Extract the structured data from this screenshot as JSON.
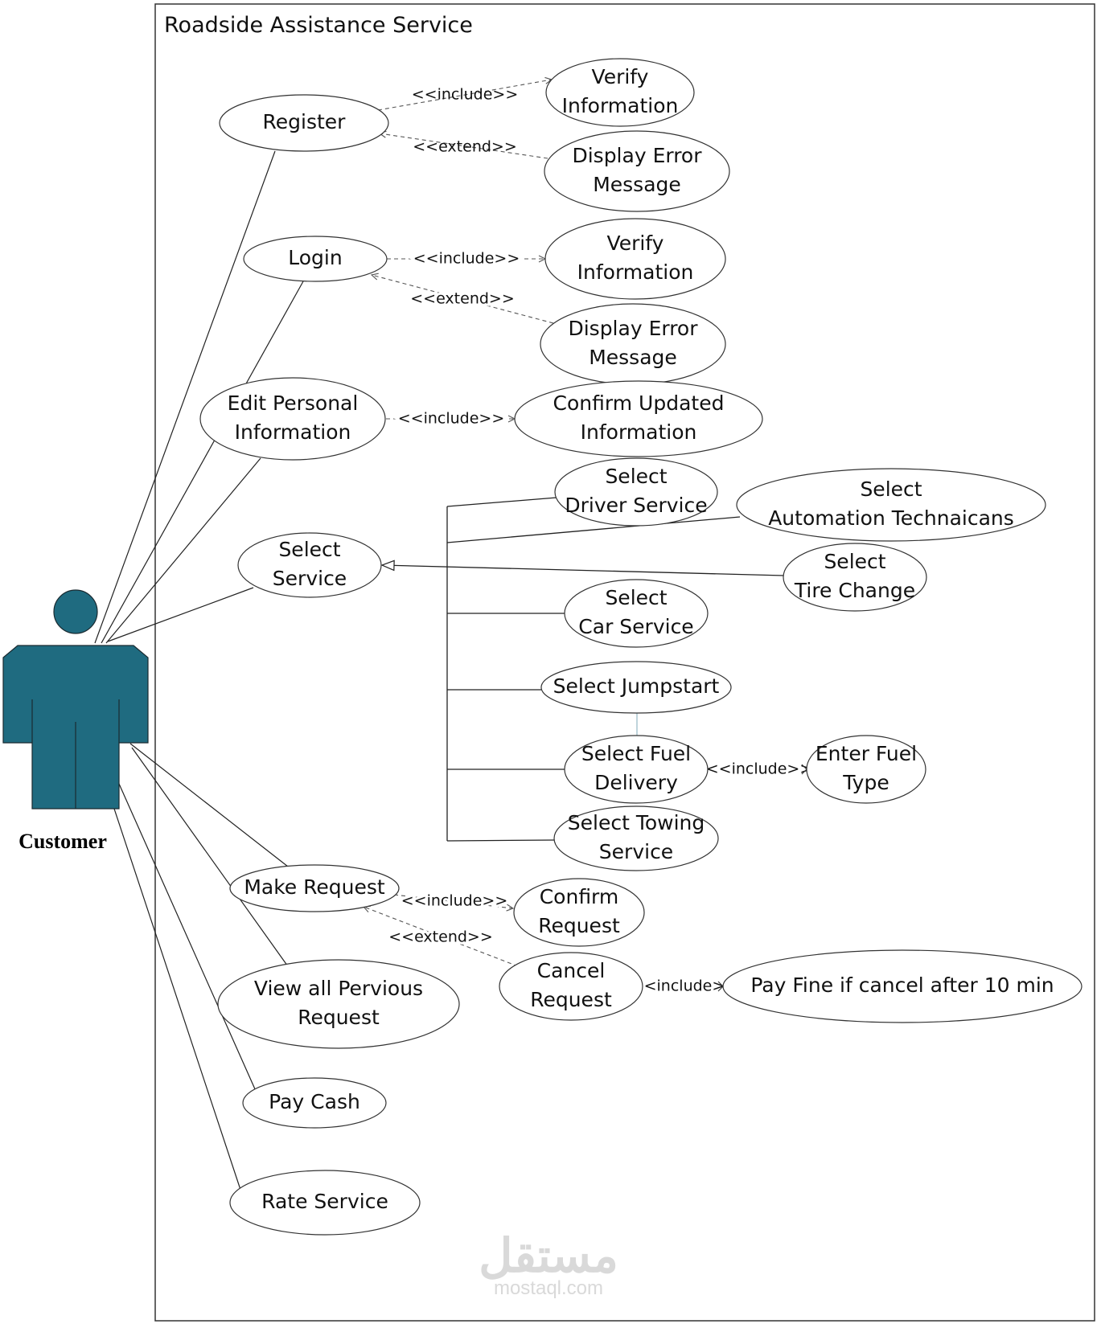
{
  "system": {
    "title": "Roadside Assistance Service"
  },
  "actor": {
    "name": "Customer",
    "color": "#1f6b80"
  },
  "use_cases": {
    "register": [
      "Register"
    ],
    "verify_info_1": [
      "Verify",
      "Information"
    ],
    "display_error_1": [
      "Display Error",
      "Message"
    ],
    "login": [
      "Login"
    ],
    "verify_info_2": [
      "Verify",
      "Information"
    ],
    "display_error_2": [
      "Display Error",
      "Message"
    ],
    "edit_personal": [
      "Edit Personal",
      "Information"
    ],
    "confirm_updated": [
      "Confirm Updated",
      "Information"
    ],
    "select_driver": [
      "Select",
      "Driver Service"
    ],
    "select_automation": [
      "Select",
      "Automation Technaicans"
    ],
    "select_service": [
      "Select",
      "Service"
    ],
    "select_tire": [
      "Select",
      "Tire Change"
    ],
    "select_car": [
      "Select",
      "Car Service"
    ],
    "select_jumpstart": [
      "Select Jumpstart"
    ],
    "select_fuel": [
      "Select Fuel",
      "Delivery"
    ],
    "enter_fuel": [
      "Enter Fuel",
      "Type"
    ],
    "select_towing": [
      "Select Towing",
      "Service"
    ],
    "make_request": [
      "Make Request"
    ],
    "confirm_request": [
      "Confirm",
      "Request"
    ],
    "cancel_request": [
      "Cancel",
      "Request"
    ],
    "pay_fine": [
      "Pay Fine if cancel after 10 min"
    ],
    "view_previous": [
      "View all Pervious",
      "Request"
    ],
    "pay_cash": [
      "Pay Cash"
    ],
    "rate_service": [
      "Rate Service"
    ]
  },
  "relations": {
    "register_include": "<<include>>",
    "register_extend": "<<extend>>",
    "login_include": "<<include>>",
    "login_extend": "<<extend>>",
    "edit_include": "<<include>>",
    "fuel_include": "<<include>>",
    "make_request_include": "<<include>>",
    "make_request_extend": "<<extend>>",
    "cancel_include": "<<include>"
  },
  "watermark": {
    "arabic": "مستقل",
    "latin": "mostaql.com"
  }
}
